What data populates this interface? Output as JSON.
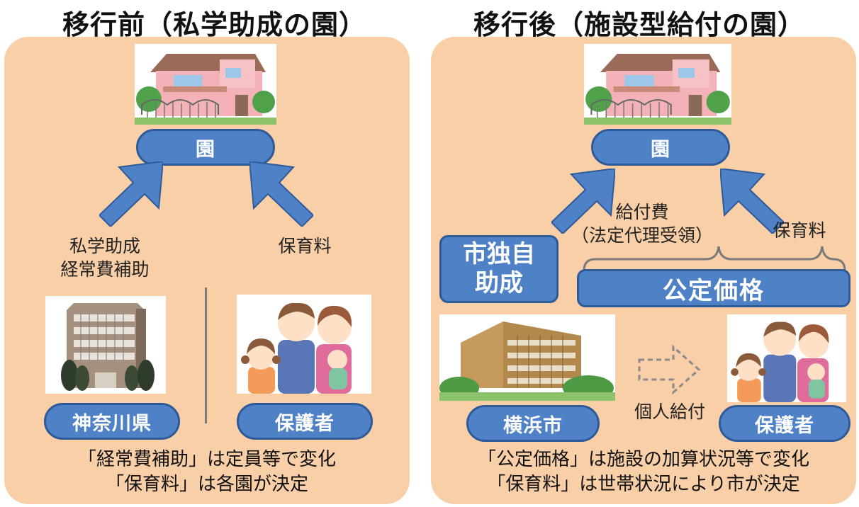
{
  "left": {
    "title": "移行前（私学助成の園）",
    "facility_label": "園",
    "funding_label_line1": "私学助成",
    "funding_label_line2": "経常費補助",
    "fee_label": "保育料",
    "prefecture_label": "神奈川県",
    "guardian_label": "保護者",
    "note_line1": "「経常費補助」は定員等で変化",
    "note_line2": "「保育料」は各園が決定"
  },
  "right": {
    "title": "移行後（施設型給付の園）",
    "facility_label": "園",
    "benefit_label_line1": "給付費",
    "benefit_label_line2": "（法定代理受領）",
    "fee_label": "保育料",
    "city_subsidy_line1": "市独自",
    "city_subsidy_line2": "助成",
    "official_price_label": "公定価格",
    "city_label": "横浜市",
    "individual_benefit_label": "個人給付",
    "guardian_label": "保護者",
    "note_line1": "「公定価格」は施設の加算状況等で変化",
    "note_line2": "「保育料」は世帯状況により市が決定"
  },
  "colors": {
    "panel": "#f9cfa8",
    "pill": "#4f81c7",
    "pill_border": "#2e5b98",
    "arrow": "#4f81c7"
  }
}
